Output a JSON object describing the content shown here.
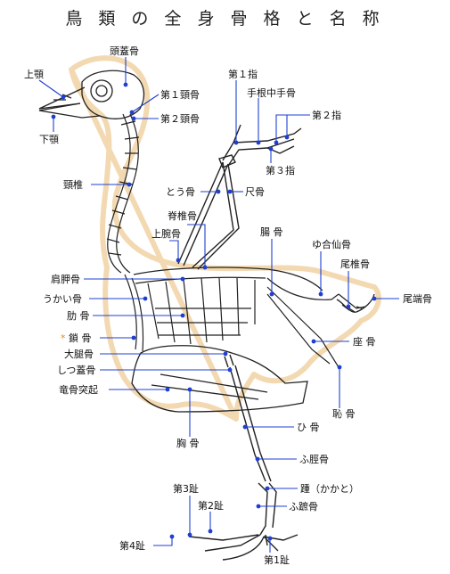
{
  "title": "鳥 類 の 全 身 骨 格 と 名 称",
  "colors": {
    "outline": "#f3d9b1",
    "leader": "#1f3fd1",
    "dot": "#1f3fd1",
    "bone": "#222222",
    "star": "#e08a1e"
  },
  "labels": {
    "tougaikotsu": "頭蓋骨",
    "jougaku": "上顎",
    "kagaku": "下顎",
    "dai1keitsui": "第１頸骨",
    "dai2keitsui": "第２頸骨",
    "keitsui": "頸椎",
    "dai1shi": "第１指",
    "shukonchushukotsu": "手根中手骨",
    "dai2shi": "第２指",
    "dai3shi": "第３指",
    "toukotsu": "とう骨",
    "shakkotsu": "尺骨",
    "sekitsuikotsu": "脊椎骨",
    "jouwankotsu": "上腕骨",
    "choukotsu": "腸 骨",
    "yugousenkotsu": "ゆ合仙骨",
    "bitsuikotsu": "尾椎骨",
    "bitankotsu": "尾端骨",
    "kenkoukotsu": "肩胛骨",
    "ukaikotsu": "うかい骨",
    "rokkotsu": "肋 骨",
    "sakotsu_star": "*",
    "sakotsu": "鎖 骨",
    "zakotsu": "座 骨",
    "daitaikotsu": "大腿骨",
    "shitsugaikotsu": "しつ蓋骨",
    "kyokotsutoki": "竜骨突起",
    "chikotsu": "恥 骨",
    "hikotsu": "ひ 骨",
    "kyoukotsu": "胸 骨",
    "fukeikotsu": "ふ脛骨",
    "kakato": "踵（かかと）",
    "dai3shi_foot": "第3趾",
    "dai2shi_foot": "第2趾",
    "fushokotsu": "ふ蹠骨",
    "dai4shi_foot": "第4趾",
    "dai1shi_foot": "第1趾"
  }
}
